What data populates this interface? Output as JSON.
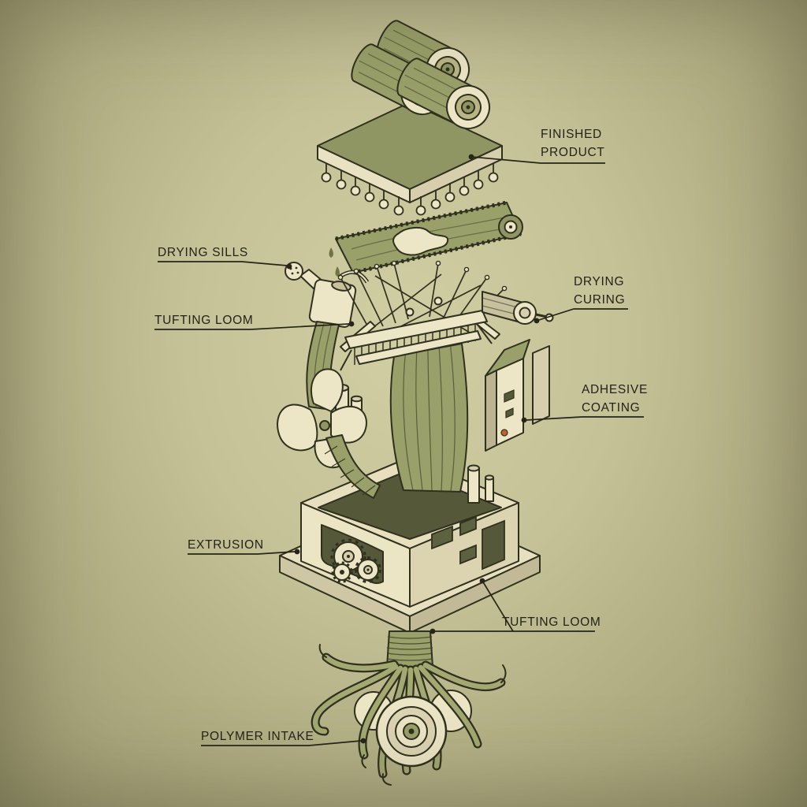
{
  "palette": {
    "background_center": "#d2cea4",
    "background_edge": "#97946d",
    "outline": "#30301f",
    "cream": "#ece5c6",
    "olive": "#99a069",
    "olive_dark": "#6f7448",
    "interior_dark": "#55593a",
    "accent_orange": "#c65f2a",
    "label_text": "#23221a"
  },
  "labels": {
    "finished_product": "FINISHED\nPRODUCT",
    "drying_sills": "DRYING SILLS",
    "tufting_loom_upper": "TUFTING LOOM",
    "drying_curing": "DRYING\nCURING",
    "adhesive_coating": "ADHESIVE\nCOATING",
    "extrusion": "EXTRUSION",
    "tufting_loom_lower": "TUFTING LOOM",
    "polymer_intake": "POLYMER INTAKE"
  },
  "parts": [
    "finished-product-rolls",
    "hanging-tassels",
    "tufted-carpet-sheet",
    "watering-can",
    "yarn-ribbon",
    "flower-feeder",
    "tufting-loom-mechanism",
    "drying-roller",
    "adhesive-coating-panel",
    "extrusion-housing",
    "gears",
    "machine-base-slab",
    "polymer-funnel",
    "polymer-strands",
    "polymer-spool"
  ]
}
